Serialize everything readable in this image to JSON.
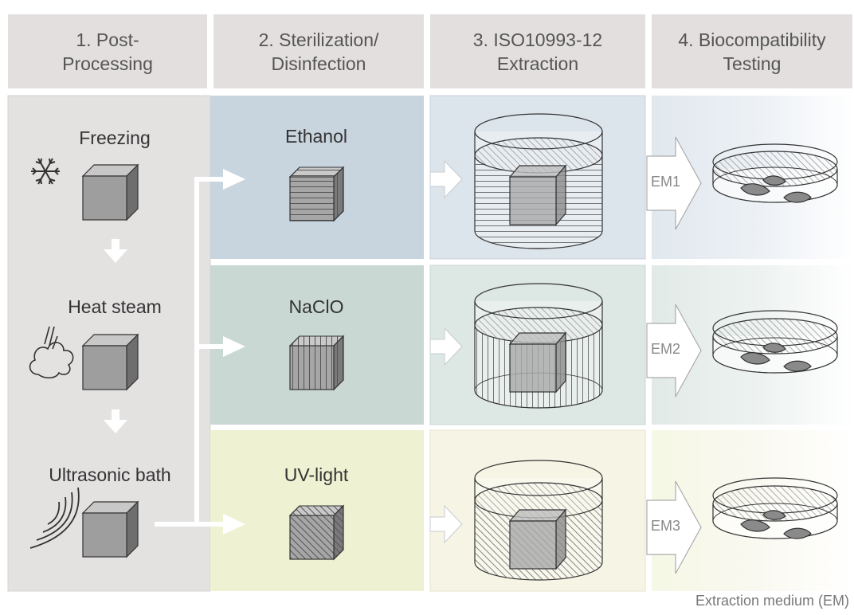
{
  "headers": [
    {
      "label": "1. Post-\nProcessing"
    },
    {
      "label": "2. Sterilization/\nDisinfection"
    },
    {
      "label": "3. ISO10993-12\nExtraction"
    },
    {
      "label": "4. Biocompatibility\nTesting"
    }
  ],
  "post_processing": {
    "steps": [
      "Freezing",
      "Heat steam",
      "Ultrasonic bath"
    ],
    "icons": [
      "snowflake-icon",
      "steam-cloud-icon",
      "sound-waves-icon"
    ]
  },
  "sterilization": {
    "methods": [
      "Ethanol",
      "NaClO",
      "UV-light"
    ]
  },
  "extraction": {
    "media": [
      "EM1",
      "EM2",
      "EM3"
    ]
  },
  "caption": "Extraction medium (EM)",
  "colors": {
    "header_bg": "#e3dfdf",
    "post_bg": "#e4e1e1",
    "ethanol_row": "#c9d6df",
    "naclo_row": "#cad9d3",
    "uv_row": "#eef1d3",
    "cube": "#9b9b9b"
  }
}
